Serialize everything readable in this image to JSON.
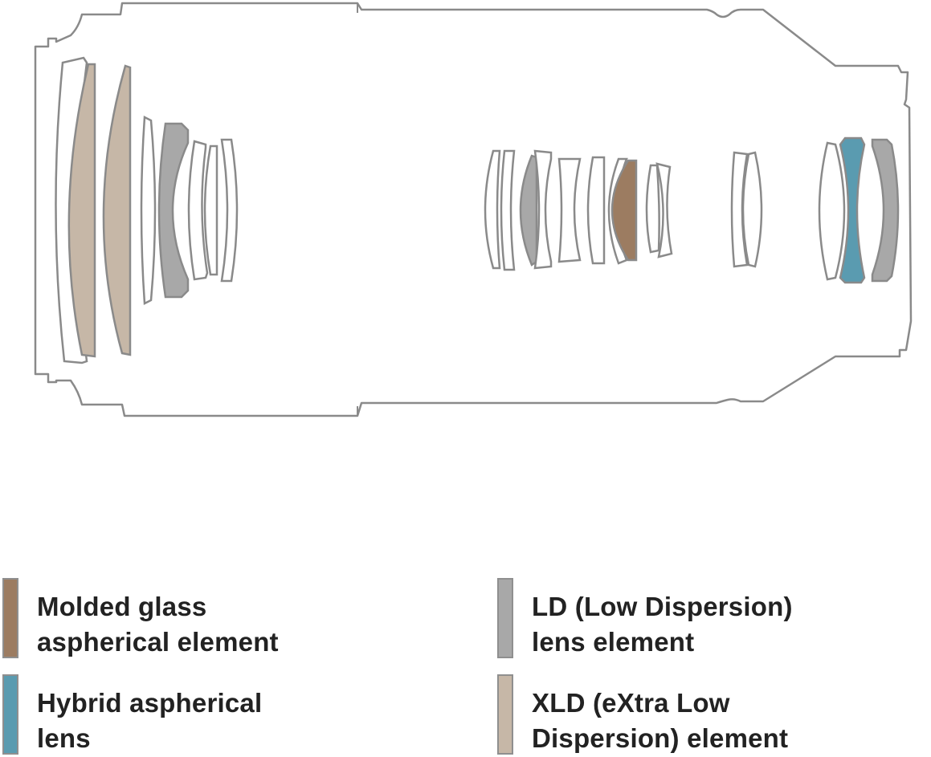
{
  "colors": {
    "outline": "#8a8a8a",
    "plain_glass": "#ffffff",
    "molded_glass_aspherical": "#9c7c61",
    "hybrid_aspherical": "#5a9bb0",
    "ld": "#a8a8a8",
    "xld": "#c6b7a7"
  },
  "legend": [
    {
      "key": "molded_glass_aspherical",
      "line1": "Molded glass",
      "line2": "aspherical element",
      "color": "#9c7c61"
    },
    {
      "key": "hybrid_aspherical",
      "line1": "Hybrid aspherical",
      "line2": "lens",
      "color": "#5a9bb0"
    },
    {
      "key": "ld",
      "line1": "LD (Low Dispersion)",
      "line2": "lens element",
      "color": "#a8a8a8"
    },
    {
      "key": "xld",
      "line1": "XLD (eXtra Low",
      "line2": "Dispersion) element",
      "color": "#c6b7a7"
    }
  ]
}
